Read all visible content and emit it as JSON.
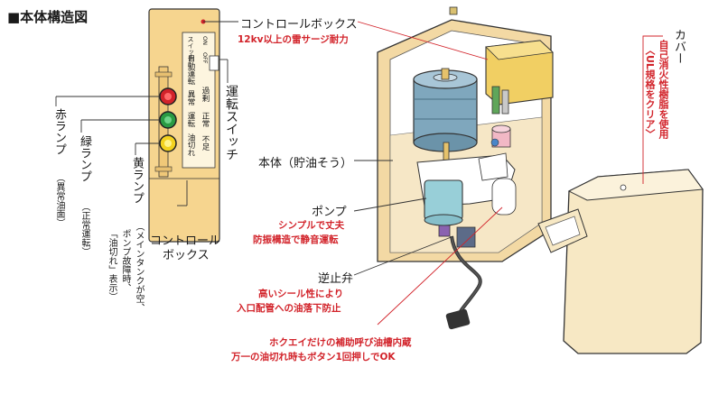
{
  "title": "■本体構造図",
  "labels": {
    "control_box_top": "コントロールボックス",
    "surge": "12kv以上の雷サージ耐力",
    "run_switch": "運転スイッチ",
    "tank": "本体（貯油そう）",
    "pump": "ポンプ",
    "pump_note1": "シンプルで丈夫",
    "pump_note2": "防振構造で静音運転",
    "check_valve": "逆止弁",
    "valve_note1": "高いシール性により",
    "valve_note2": "入口配管への油落下防止",
    "aux_note1": "ホクエイだけの補助呼び油槽内蔵",
    "aux_note2": "万一の油切れ時もボタン1回押しでOK",
    "control_box_bottom1": "コントロール",
    "control_box_bottom2": "ボックス",
    "cover": "カバー",
    "cover_note1": "自己消火性樹脂を使用",
    "cover_note2": "〈UL規格をクリア〉",
    "red_lamp": "赤ランプ",
    "red_lamp_sub": "（異常油面）",
    "green_lamp": "緑ランプ",
    "green_lamp_sub": "（正常運転）",
    "yellow_lamp": "黄ランプ",
    "yellow_lamp_sub1": "（メインタンクが空、",
    "yellow_lamp_sub2": "ポンプ故障時、",
    "yellow_lamp_sub3": "「油切れ」表示）"
  },
  "panel": {
    "switch": "スイッチ",
    "on": "ON",
    "off": "OFF",
    "auto_run": "自動運転",
    "abnormal": "異常",
    "running": "運転",
    "oil_out": "油切れ",
    "oil_excess": "過剰",
    "normal": "正常",
    "shortage": "不足"
  },
  "colors": {
    "panel": "#f6d58f",
    "outline": "#333333",
    "accent_red": "#d2232a",
    "tank_blue": "#7fa7bd",
    "cover": "#f7e8c4",
    "box_yellow": "#f1cf63"
  }
}
